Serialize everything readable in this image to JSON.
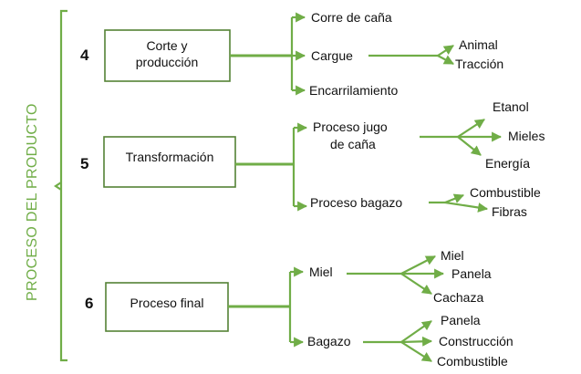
{
  "vertical_title": "PROCESO DEL PRODUCTO",
  "sections": [
    {
      "number": "4",
      "box": [
        "Corte y",
        "producción"
      ],
      "branches": [
        {
          "label": "Corre de caña",
          "children": []
        },
        {
          "label": "Cargue",
          "children": [
            "Animal",
            "Tracción"
          ]
        },
        {
          "label": "Encarrilamiento",
          "children": []
        }
      ]
    },
    {
      "number": "5",
      "box": [
        "Transformación"
      ],
      "branches": [
        {
          "label": [
            "Proceso jugo",
            "de caña"
          ],
          "children": [
            "Etanol",
            "Mieles",
            "Energía"
          ]
        },
        {
          "label": "Proceso bagazo",
          "children": [
            "Combustible",
            "Fibras"
          ]
        }
      ]
    },
    {
      "number": "6",
      "box": [
        "Proceso final"
      ],
      "branches": [
        {
          "label": "Miel",
          "children": [
            "Miel",
            "Panela",
            "Cachaza"
          ]
        },
        {
          "label": "Bagazo",
          "children": [
            "Panela",
            "Construcción",
            "Combustible"
          ]
        }
      ]
    }
  ],
  "colors": {
    "line": "#70ad47",
    "box_border": "#548235",
    "text": "#111111"
  }
}
